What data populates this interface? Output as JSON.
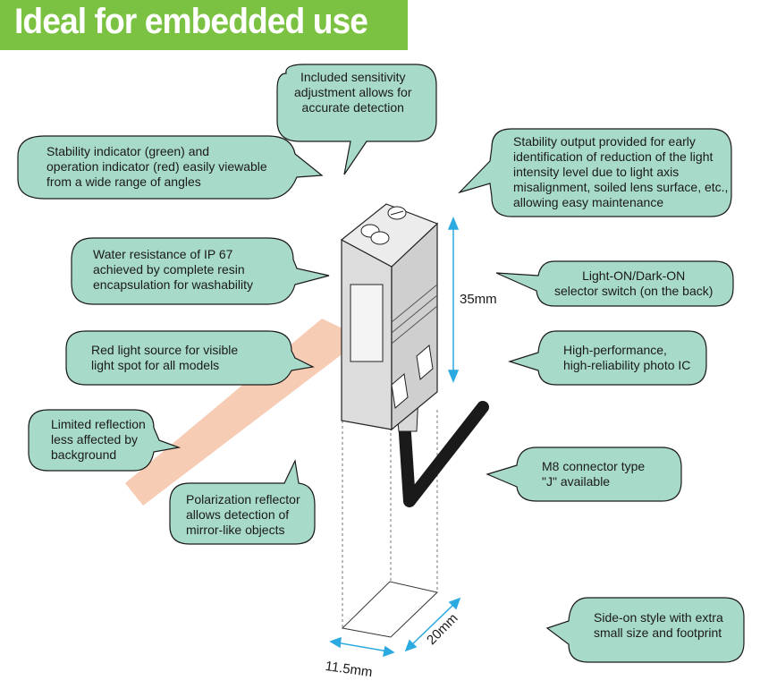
{
  "header": {
    "title": "Ideal for embedded use",
    "color": "#7cc242"
  },
  "colors": {
    "bubble_fill": "#a8dac9",
    "bubble_stroke": "#1a1a1a",
    "dimension_line": "#2aaae0",
    "beam": "#f6c3a8"
  },
  "callouts": {
    "sensitivity": "Included sensitivity\nadjustment allows for\naccurate detection",
    "indicators": "Stability indicator (green) and\noperation indicator (red) easily viewable\nfrom a wide range of angles",
    "stability_output": "Stability output provided for early\nidentification of reduction of the light\nintensity level due to light axis\nmisalignment, soiled lens surface, etc.,\nallowing easy maintenance",
    "water": "Water resistance of IP 67\nachieved by complete resin\nencapsulation for washability",
    "selector": "Light-ON/Dark-ON\nselector switch (on the back)",
    "red_light": "Red light source for visible\nlight spot for all models",
    "photo_ic": "High-performance,\nhigh-reliability photo IC",
    "limited_reflection": "Limited reflection\nless affected by\nbackground",
    "polarization": "Polarization reflector\nallows detection of\nmirror-like objects",
    "m8": "M8 connector type\n\"J\" available",
    "side_on": "Side-on style with extra\nsmall size and footprint"
  },
  "dimensions": {
    "height": "35mm",
    "width": "11.5mm",
    "depth": "20mm"
  }
}
